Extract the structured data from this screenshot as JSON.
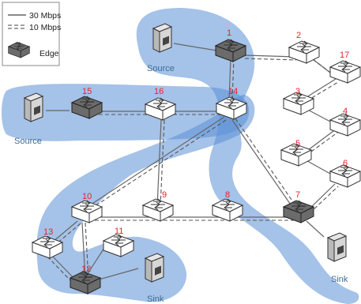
{
  "legend": {
    "line_30": "30 Mbps",
    "line_10": "10 Mbps",
    "edge_label": "Edge"
  },
  "labels": {
    "source_top": "Source",
    "source_left": "Source",
    "sink_bottom": "Sink",
    "sink_right": "Sink"
  },
  "nodes": [
    {
      "id": "1",
      "type": "edge"
    },
    {
      "id": "2",
      "type": "switch"
    },
    {
      "id": "3",
      "type": "switch"
    },
    {
      "id": "4",
      "type": "switch"
    },
    {
      "id": "5",
      "type": "switch"
    },
    {
      "id": "6",
      "type": "switch"
    },
    {
      "id": "7",
      "type": "edge"
    },
    {
      "id": "8",
      "type": "switch"
    },
    {
      "id": "9",
      "type": "switch"
    },
    {
      "id": "10",
      "type": "switch"
    },
    {
      "id": "11",
      "type": "switch"
    },
    {
      "id": "12",
      "type": "edge"
    },
    {
      "id": "13",
      "type": "switch"
    },
    {
      "id": "14",
      "type": "switch"
    },
    {
      "id": "15",
      "type": "edge"
    },
    {
      "id": "16",
      "type": "switch"
    },
    {
      "id": "17",
      "type": "switch"
    }
  ],
  "colors": {
    "region": "#5b8fd6",
    "label_number": "#e8212b",
    "label_text": "#3d6c93",
    "edge_node": "#6b6b6b",
    "switch_node": "#ffffff"
  }
}
